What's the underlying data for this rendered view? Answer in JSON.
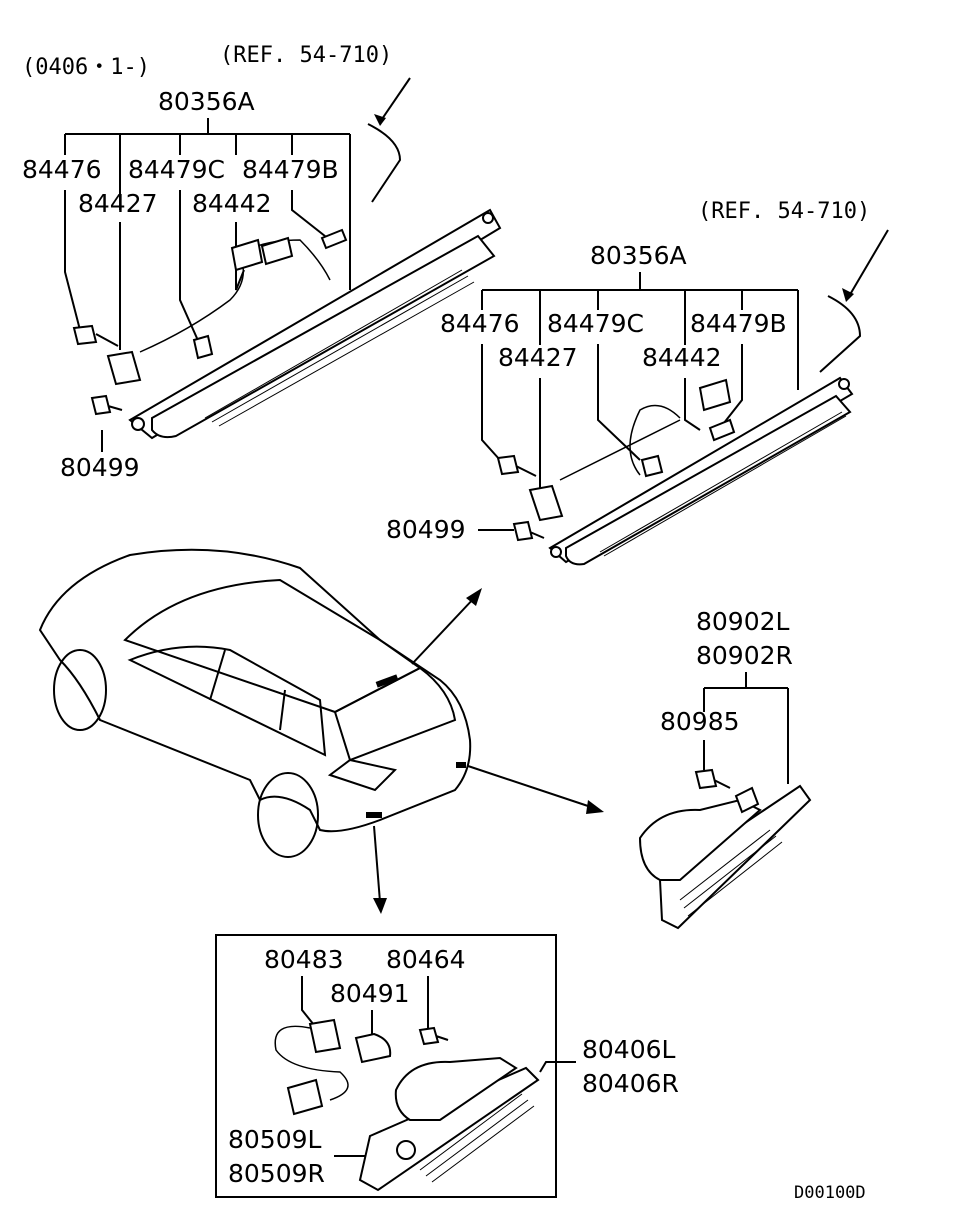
{
  "diagram_code": "D00100D",
  "top_left": {
    "date_note": "(0406・1-)",
    "ref": "(REF. 54-710)",
    "assembly": "80356A",
    "parts": [
      "84476",
      "84479C",
      "84479B",
      "84427",
      "84442",
      "80499"
    ]
  },
  "top_right": {
    "ref": "(REF. 54-710)",
    "assembly": "80356A",
    "parts": [
      "84476",
      "84479C",
      "84479B",
      "84427",
      "84442",
      "80499"
    ]
  },
  "rear_lamp": {
    "parts": [
      "80902L",
      "80902R",
      "80985"
    ]
  },
  "bumper_lamp_box": {
    "parts": [
      "80483",
      "80464",
      "80491",
      "80406L",
      "80406R",
      "80509L",
      "80509R"
    ]
  }
}
